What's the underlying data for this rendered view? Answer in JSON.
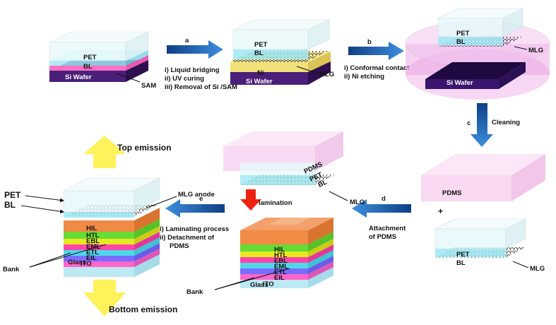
{
  "steps": {
    "a": {
      "letter": "a",
      "lines": [
        "i) Liquid bridging",
        "ii) UV curing",
        "iii) Removal of Si /SAM"
      ]
    },
    "b": {
      "letter": "b",
      "lines": [
        "i) Conformal contact",
        "ii) Ni etching"
      ]
    },
    "c": {
      "letter": "c",
      "label": "Cleaning"
    },
    "d": {
      "letter": "d",
      "lines": [
        "Attachment",
        "of PDMS"
      ]
    },
    "e": {
      "letter": "e",
      "lines": [
        "i) Laminating process",
        "ii) Detachment of",
        "PDMS"
      ]
    }
  },
  "labels": {
    "pet": "PET",
    "bl": "BL",
    "si_wafer": "Si Wafer",
    "sam": "SAM",
    "ni": "Ni",
    "mlg": "MLG",
    "pdms": "PDMS",
    "plus": "+",
    "lamination": "lamination",
    "top_emission": "Top emission",
    "bottom_emission": "Bottom emission",
    "mlg_anode": "MLG anode",
    "bank": "Bank"
  },
  "oled_layers": [
    "HIL",
    "HTL",
    "EBL",
    "EML",
    "ETL",
    "EIL",
    "ITO",
    "Glass"
  ],
  "colors": {
    "pet": "#dff6fb",
    "bl": "#9fe9f4",
    "pink": "#ff6fc4",
    "si": "#4a1f7a",
    "ni": "#f2e07a",
    "pdms": "#f7d5f0",
    "bath": "#e79ae0",
    "arrow": "#1f5fae",
    "hil": "#f08a44",
    "htl": "#66dd33",
    "ebl": "#e8e822",
    "eml": "#ff44aa",
    "etl": "#7a6cff",
    "eil": "#4fd8e8",
    "glass": "#bde9f3",
    "emission": "#fff25a",
    "lamination": "#ee2211"
  }
}
